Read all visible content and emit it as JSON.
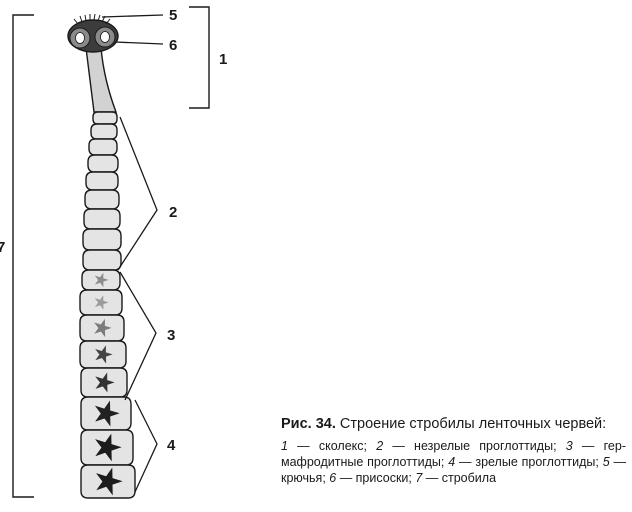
{
  "figure": {
    "labels": [
      "5",
      "6",
      "1",
      "2",
      "3",
      "4",
      "7"
    ]
  },
  "caption": {
    "title_prefix": "Рис. 34.",
    "title_text": " Строение стробилы ленточных чер­вей:",
    "legend": [
      {
        "num": "1",
        "text": " — сколекс; "
      },
      {
        "num": "2",
        "text": " — незрелые проглоттиды; "
      },
      {
        "num": "3",
        "text": " — гер­мафродитные проглоттиды; "
      },
      {
        "num": "4",
        "text": " — зрелые проглотти­ды; "
      },
      {
        "num": "5",
        "text": " — крючья; "
      },
      {
        "num": "6",
        "text": " — присоски; "
      },
      {
        "num": "7",
        "text": " — стробила"
      }
    ]
  },
  "colors": {
    "outline": "#1a1a1a",
    "segment_fill": "#e4e4e4",
    "neck_fill": "#d2d2d2",
    "scolex_fill": "#3c3c3c"
  }
}
